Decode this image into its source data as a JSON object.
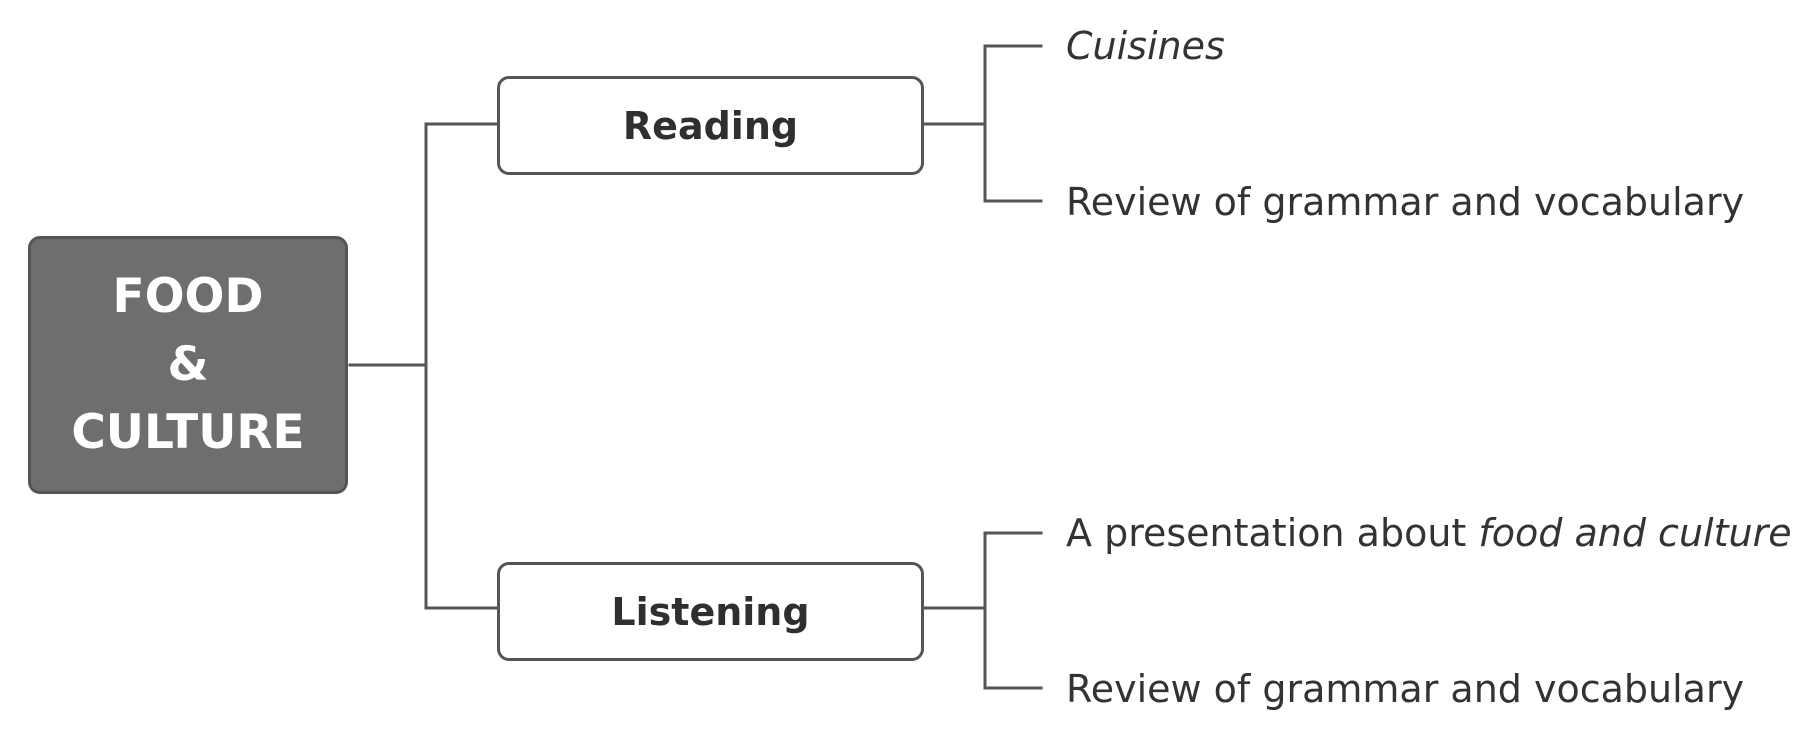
{
  "root": {
    "lines": [
      "FOOD",
      "&",
      "CULTURE"
    ]
  },
  "branches": [
    {
      "label": "Reading",
      "leaves": [
        {
          "text": "Cuisines",
          "style": "italic"
        },
        {
          "text": "Review of grammar and vocabulary"
        }
      ]
    },
    {
      "label": "Listening",
      "leaves": [
        {
          "text": "A presentation about ",
          "emphasis": "food and culture"
        },
        {
          "text": "Review of grammar and vocabulary"
        }
      ]
    }
  ],
  "colors": {
    "root_fill": "#6e6e6e",
    "line": "#555555",
    "text": "#333333",
    "root_text": "#ffffff"
  }
}
